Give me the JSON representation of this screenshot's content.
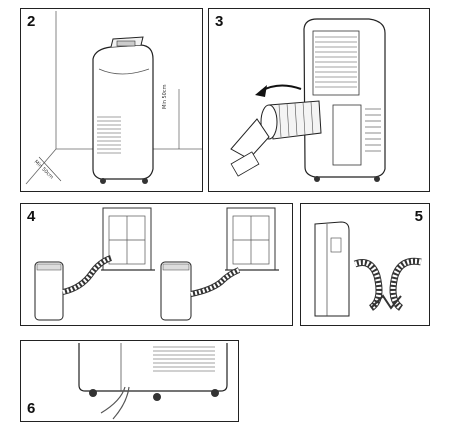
{
  "steps": [
    {
      "number": "2",
      "labels": {
        "side": "Min 50cm",
        "back": "Min 50cm"
      }
    },
    {
      "number": "3"
    },
    {
      "number": "4"
    },
    {
      "number": "5"
    },
    {
      "number": "6"
    }
  ]
}
